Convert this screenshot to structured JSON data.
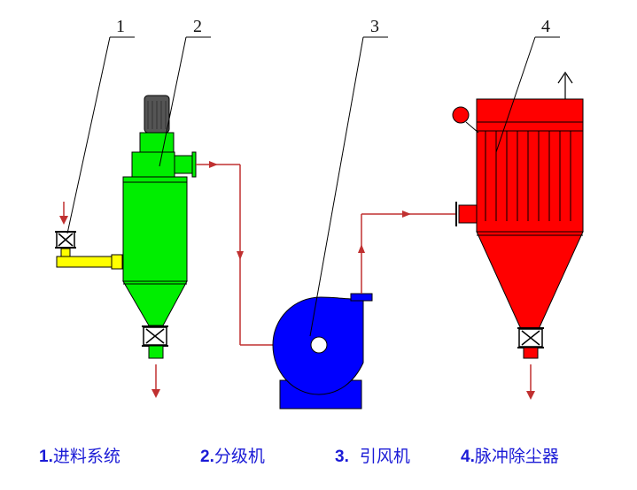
{
  "callouts": [
    "1",
    "2",
    "3",
    "4"
  ],
  "legend": [
    {
      "num": "1.",
      "text": "进料系统"
    },
    {
      "num": "2.",
      "text": "分级机"
    },
    {
      "num": "3.",
      "text": "引风机"
    },
    {
      "num": "4.",
      "text": "脉冲除尘器"
    }
  ],
  "colors": {
    "feed_system": "#ffff00",
    "classifier": "#00ee00",
    "fan": "#0000ff",
    "dust_collector": "#ff0000",
    "motor": "#555555",
    "pipe": "#c03030",
    "caption": "#1a1ad6"
  },
  "icons": [
    "valve-icon",
    "arrow-down-icon",
    "arrow-right-icon",
    "arrow-up-icon",
    "exhaust-arrow-icon"
  ]
}
